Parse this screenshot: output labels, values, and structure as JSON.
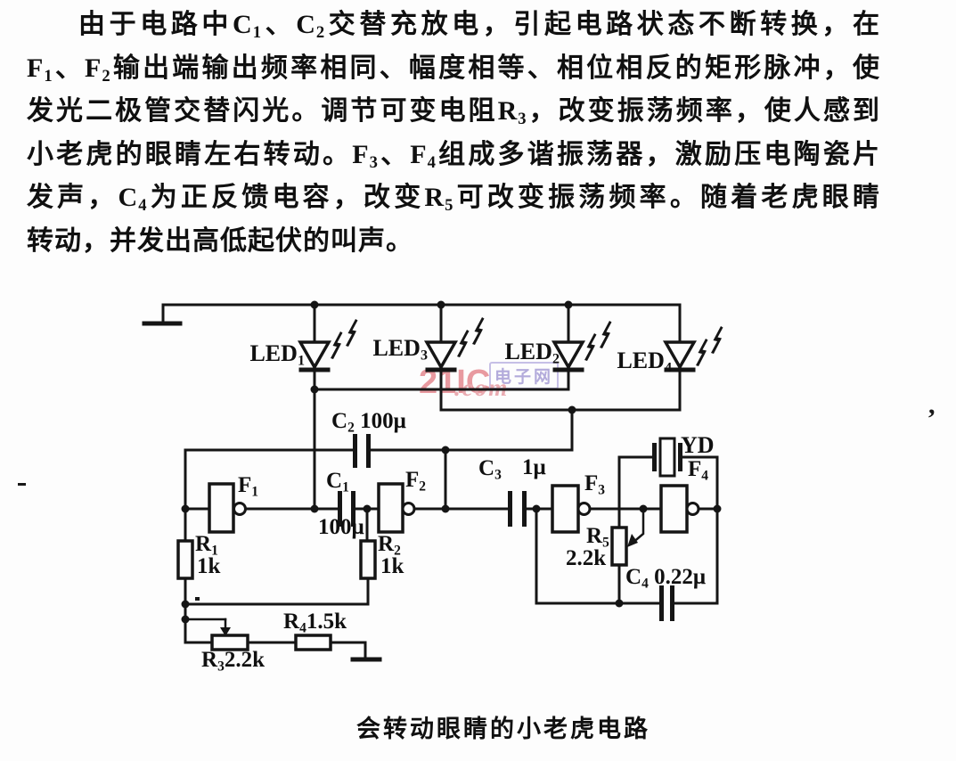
{
  "paragraph": {
    "lines": [
      "由于电路中C~1~、C~2~交替充放电，引起电路状态不断转换，在",
      "F~1~、F~2~输出端输出频率相同、幅度相等、相位相反的矩形脉冲，使",
      "发光二极管交替闪光。调节可变电阻R~3~，改变振荡频率，使人感到",
      "小老虎的眼睛左右转动。F~3~、F~4~组成多谐振荡器，激励压电陶瓷片",
      "发声，C~4~为正反馈电容，改变R~5~可改变振荡频率。随着老虎眼睛",
      "转动，并发出高低起伏的叫声。"
    ]
  },
  "watermark": {
    "logo": "21IC",
    "domain": ".com",
    "badge": "电子网",
    "pink_color": "#e89aa0",
    "lavender_color": "#b3abdb"
  },
  "circuit": {
    "ink_color": "#151515",
    "labels": {
      "led1": "LED~1~",
      "led3": "LED~3~",
      "led2": "LED~2~",
      "led4": "LED~4~",
      "c2": "C~2~ 100μ",
      "c1": "C~1~",
      "c1_value": "100μ",
      "f1": "F~1~",
      "f2": "F~2~",
      "f3": "F~3~",
      "f4": "F~4~",
      "c3": "C~3~",
      "c3_value": "1μ",
      "yd": "YD",
      "r1": "R~1~",
      "r1_value": "1k",
      "r2": "R~2~",
      "r2_value": "1k",
      "r5": "R~5~",
      "r5_value": "2.2k",
      "c4": "C~4~ 0.22μ",
      "r3": "R~3~2.2k",
      "r4": "R~4~1.5k"
    }
  },
  "caption": "会转动眼睛的小老虎电路",
  "artifacts": {
    "comma_right": ","
  }
}
